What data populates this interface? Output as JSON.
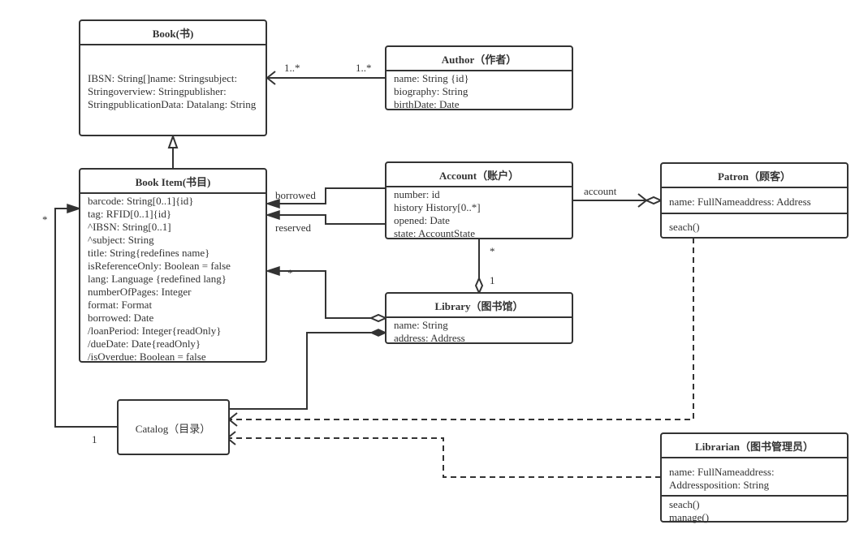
{
  "classes": {
    "book": {
      "title": "Book(书)",
      "attributes": [
        "IBSN: String[]name: Stringsubject:",
        "Stringoverview: Stringpublisher:",
        "StringpublicationData: Datalang: String"
      ]
    },
    "author": {
      "title": "Author（作者）",
      "attributes": [
        "name: String {id}",
        "biography: String",
        "birthDate: Date"
      ]
    },
    "book_item": {
      "title": "Book Item(书目)",
      "attributes": [
        "barcode: String[0..1]{id}",
        "tag: RFID[0..1]{id}",
        "^IBSN: String[0..1]",
        "^subject: String",
        "title: String{redefines name}",
        "isReferenceOnly: Boolean = false",
        "lang: Language {redefined lang}",
        "numberOfPages: Integer",
        "format: Format",
        "borrowed: Date",
        "/loanPeriod: Integer{readOnly}",
        "/dueDate: Date{readOnly}",
        "/isOverdue: Boolean = false"
      ]
    },
    "account": {
      "title": "Account（账户）",
      "attributes": [
        "number: id",
        "history History[0..*]",
        "opened: Date",
        "state: AccountState"
      ]
    },
    "patron": {
      "title": "Patron（顾客）",
      "attributes": [
        "name: FullNameaddress: Address"
      ],
      "operations": [
        "seach()"
      ]
    },
    "library": {
      "title": "Library（图书馆）",
      "attributes": [
        "name: String",
        "address: Address"
      ]
    },
    "catalog": {
      "title": "Catalog（目录）"
    },
    "librarian": {
      "title": "Librarian（图书管理员）",
      "attributes": [
        "name: FullNameaddress:",
        "Addressposition: String"
      ],
      "operations": [
        "seach()",
        "manage()"
      ]
    }
  },
  "relations": {
    "author_book": {
      "left_mult": "1..*",
      "right_mult": "1..*"
    },
    "borrowed": {
      "label": "borrowed"
    },
    "reserved": {
      "label": "reserved"
    },
    "library_bookitem": {
      "mult": "*"
    },
    "account_library": {
      "account_mult": "*",
      "library_mult": "1"
    },
    "account_patron": {
      "label": "account"
    },
    "catalog_bookitem": {
      "bookitem_mult": "*",
      "catalog_mult": "1"
    }
  }
}
